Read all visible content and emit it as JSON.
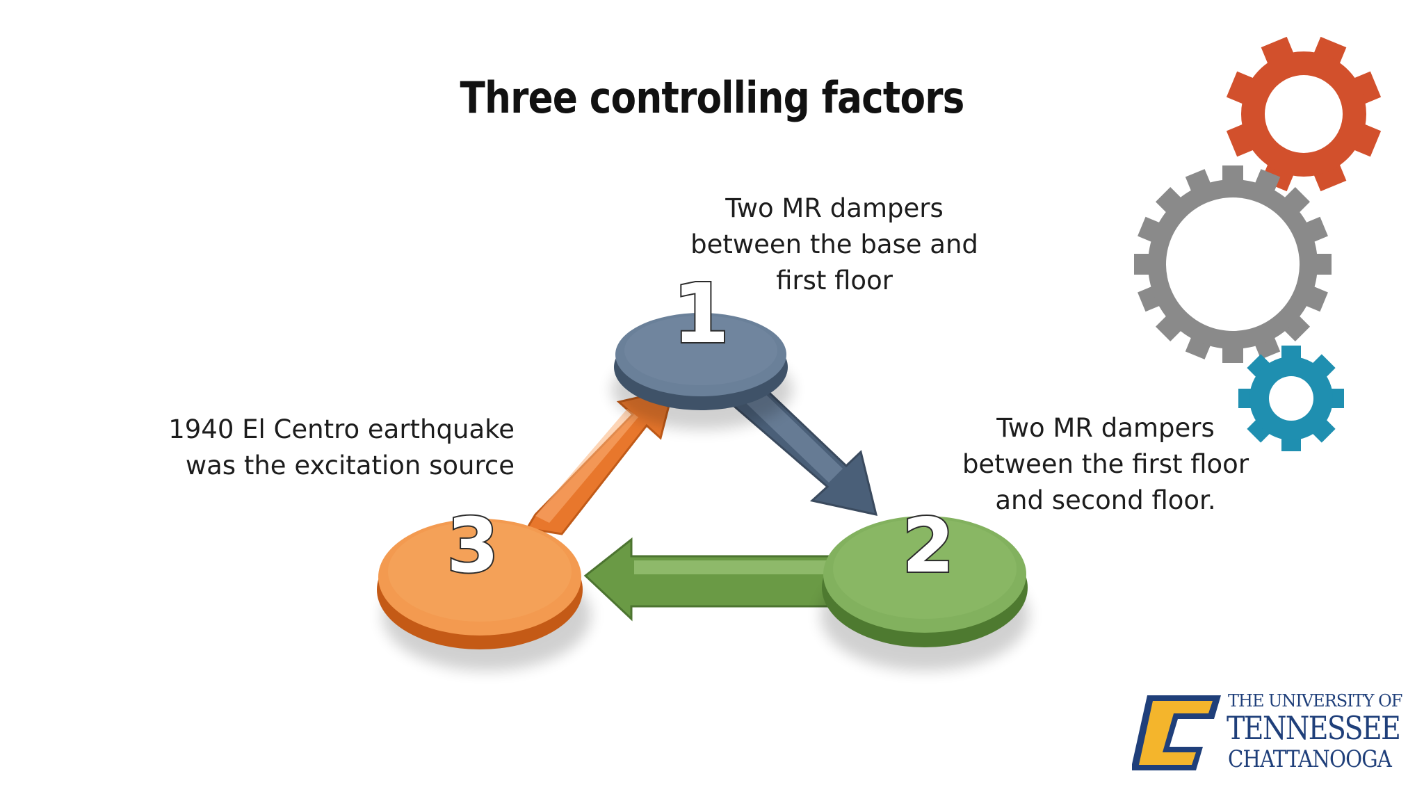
{
  "title": "Three controlling factors",
  "nodes": [
    {
      "number": "1",
      "color": "#5f7590",
      "label_lines": [
        "Two MR dampers",
        "between the base and",
        "first floor"
      ]
    },
    {
      "number": "2",
      "color": "#77a456",
      "label_lines": [
        "Two MR dampers",
        "between the first floor",
        "and second floor."
      ]
    },
    {
      "number": "3",
      "color": "#f08a3c",
      "label_lines": [
        "1940 El Centro earthquake",
        "was the excitation source"
      ]
    }
  ],
  "gears": [
    {
      "color": "#d2502c",
      "icon": "gear-icon"
    },
    {
      "color": "#8a8a8a",
      "icon": "gear-icon"
    },
    {
      "color": "#1f8fb0",
      "icon": "gear-icon"
    }
  ],
  "logo": {
    "line1": "THE UNIVERSITY OF",
    "line2": "TENNESSEE",
    "line3": "CHATTANOOGA",
    "navy": "#1f3f7a",
    "gold": "#f4b52c"
  }
}
